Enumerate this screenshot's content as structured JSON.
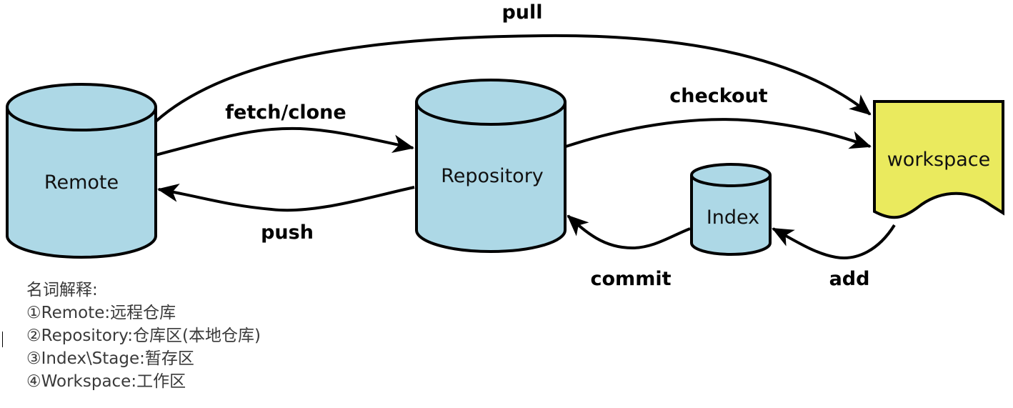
{
  "colors": {
    "cylinder_fill": "#add8e6",
    "workspace_fill": "#eaea5e",
    "stroke": "#000000",
    "glossary_text": "#3a3a3a"
  },
  "nodes": {
    "remote": {
      "label": "Remote",
      "shape": "cylinder"
    },
    "repository": {
      "label": "Repository",
      "shape": "cylinder"
    },
    "index": {
      "label": "Index",
      "shape": "cylinder"
    },
    "workspace": {
      "label": "workspace",
      "shape": "document"
    }
  },
  "edges": {
    "pull": {
      "label": "pull",
      "from": "remote",
      "to": "workspace"
    },
    "fetch_clone": {
      "label": "fetch/clone",
      "from": "remote",
      "to": "repository"
    },
    "push": {
      "label": "push",
      "from": "repository",
      "to": "remote"
    },
    "checkout": {
      "label": "checkout",
      "from": "repository",
      "to": "workspace"
    },
    "commit": {
      "label": "commit",
      "from": "index",
      "to": "repository"
    },
    "add": {
      "label": "add",
      "from": "workspace",
      "to": "index"
    }
  },
  "glossary": {
    "title": "名词解释:",
    "items": [
      "①Remote:远程仓库",
      "②Repository:仓库区(本地仓库)",
      "③Index\\Stage:暂存区",
      "④Workspace:工作区"
    ]
  }
}
